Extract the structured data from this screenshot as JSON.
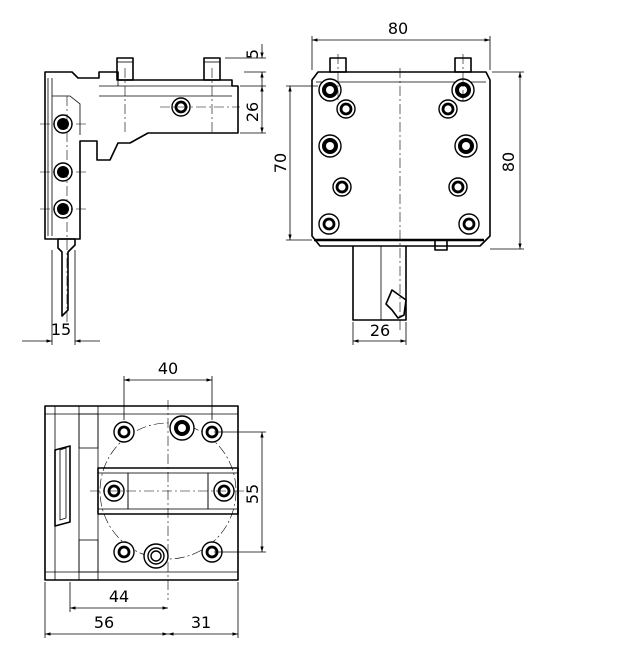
{
  "dimensions": {
    "front_width": "80",
    "front_height": "80",
    "front_height_inner": "70",
    "front_shank": "26",
    "side_pin_height": "5",
    "side_height": "26",
    "side_tool_offset": "15",
    "top_bolt_spacing": "40",
    "top_bolt_vertical": "55",
    "top_offset": "44",
    "top_left_width": "56",
    "top_right_width": "31"
  }
}
